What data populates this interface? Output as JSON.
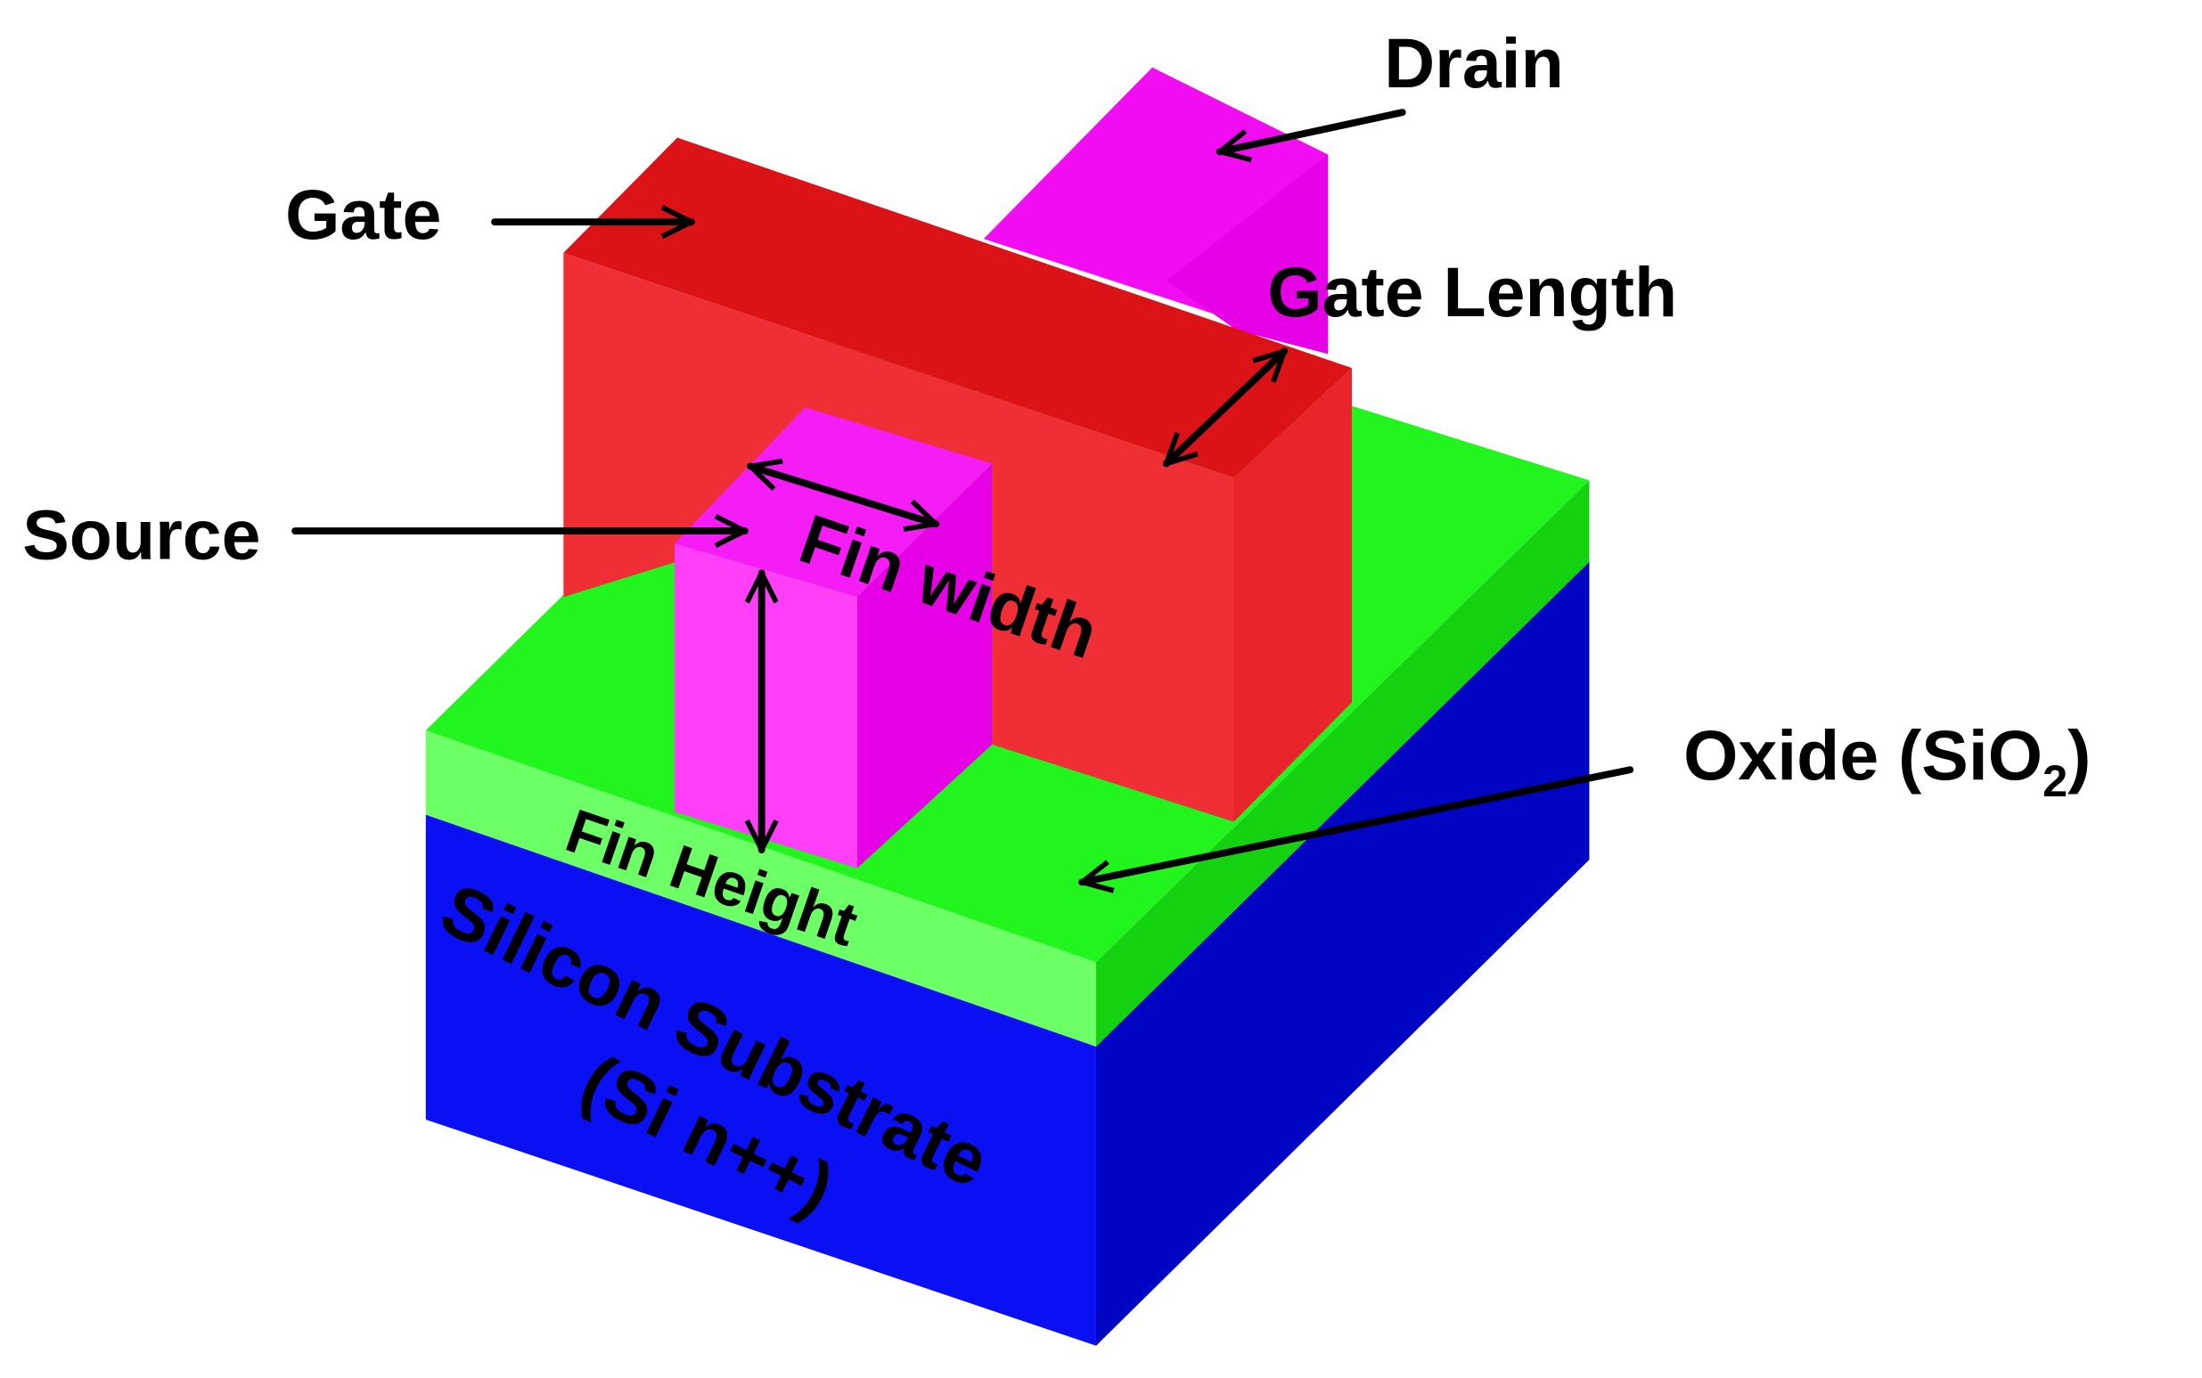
{
  "labels": {
    "drain": "Drain",
    "gate": "Gate",
    "gate_length": "Gate Length",
    "source": "Source",
    "fin_width": "Fin width",
    "oxide_prefix": "Oxide (SiO",
    "oxide_subscript": "2",
    "oxide_suffix": ")",
    "fin_height": "Fin Height",
    "substrate_line1": "Silicon Substrate",
    "substrate_line2": "(Si n++)"
  },
  "colors": {
    "substrate_front": "#0a10f2",
    "substrate_side": "#0005c4",
    "oxide_top": "#22f51d",
    "oxide_front": "#6dff66",
    "oxide_side": "#14d20f",
    "gate_top": "#db1216",
    "gate_front": "#ef2e36",
    "gate_side": "#ea242b",
    "fin_top": "#f51cf5",
    "fin_front": "#ff3ef7",
    "fin_side": "#e600e6",
    "drain_top": "#f20cf2",
    "drain_side": "#e600e6",
    "arrow": "#000000"
  }
}
